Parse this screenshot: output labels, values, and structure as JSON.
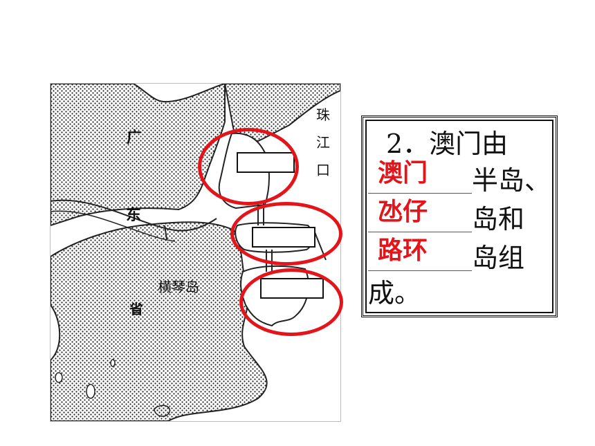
{
  "map": {
    "labels": {
      "guangdong_1": "广",
      "guangdong_2": "东",
      "guangdong_3": "省",
      "hengqin": "横琴岛",
      "zhujiang_1": "珠",
      "zhujiang_2": "江",
      "zhujiang_3": "口"
    },
    "highlight_color": "#e3141a"
  },
  "question": {
    "line1": "2．澳门由",
    "answer1": "澳门",
    "suffix1": "半岛、",
    "answer2": "氹仔",
    "suffix2": "岛和",
    "answer3": "路环",
    "suffix3": "岛组",
    "line5": "成。",
    "answer_color": "#e3141a"
  }
}
